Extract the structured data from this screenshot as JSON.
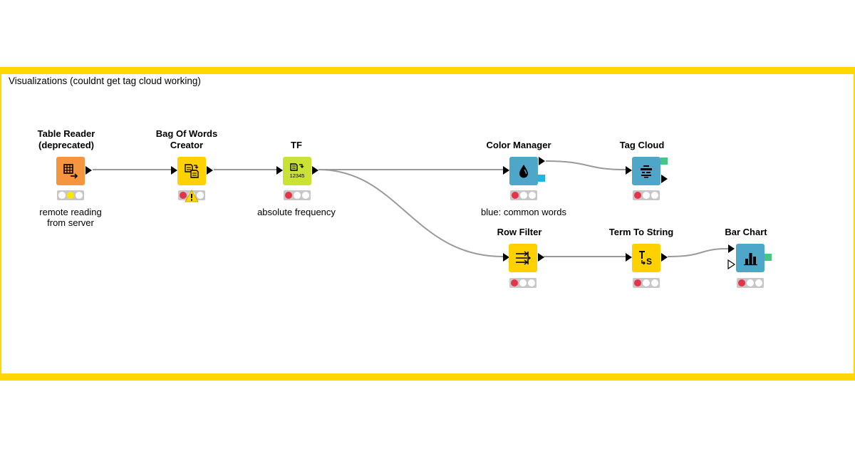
{
  "workflow": {
    "annotation": {
      "label": "Visualizations (couldnt get tag cloud working)",
      "border_color": "#ffd800"
    },
    "colors": {
      "source": "#f5953d",
      "manipulator": "#ffd100",
      "other": "#c9e233",
      "visualizer": "#4ea6c9",
      "status_red": "#e5344a",
      "status_yellow": "#ffe600",
      "port_color_model": "#1ab8e6",
      "port_image": "#3fca7f",
      "connection": "#9a9a9a"
    },
    "nodes": {
      "table_reader": {
        "title": "Table Reader\n(deprecated)",
        "title_line1": "Table Reader",
        "title_line2": "(deprecated)",
        "desc_line1": "remote reading",
        "desc_line2": "from server",
        "icon": "table-reader-icon",
        "status": "yellow"
      },
      "bow": {
        "title_line1": "Bag Of Words",
        "title_line2": "Creator",
        "icon": "bag-of-words-icon",
        "status": "red",
        "warning": true
      },
      "tf": {
        "title_line1": "TF",
        "desc_line1": "absolute frequency",
        "icon": "tf-icon",
        "status": "red"
      },
      "color_manager": {
        "title_line1": "Color Manager",
        "desc_line1": "blue: common words",
        "icon": "color-drop-icon",
        "status": "red"
      },
      "tag_cloud": {
        "title_line1": "Tag Cloud",
        "icon": "tag-cloud-icon",
        "status": "red"
      },
      "row_filter": {
        "title_line1": "Row Filter",
        "icon": "row-filter-icon",
        "status": "red"
      },
      "term_to_string": {
        "title_line1": "Term To String",
        "icon": "term-to-string-icon",
        "status": "red"
      },
      "bar_chart": {
        "title_line1": "Bar Chart",
        "icon": "bar-chart-icon",
        "status": "red"
      }
    }
  }
}
